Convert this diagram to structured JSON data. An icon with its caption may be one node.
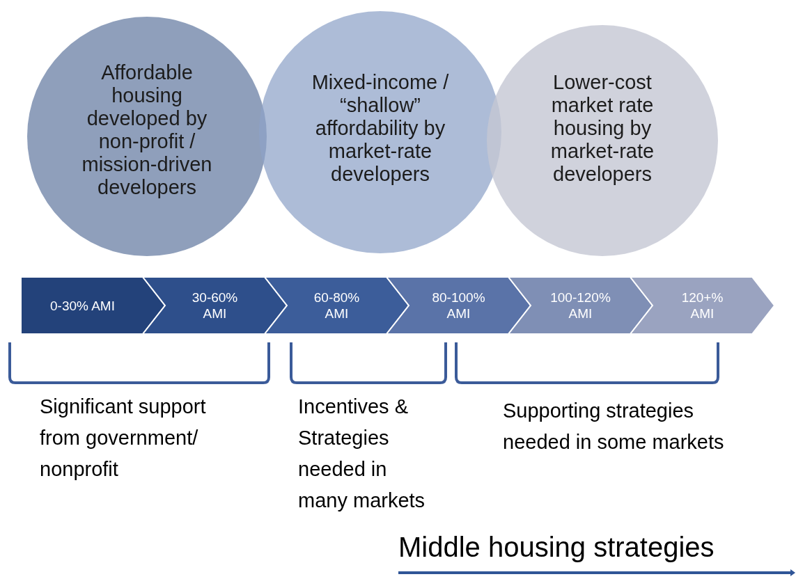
{
  "diagram": {
    "nodes": [
      {
        "text": [
          "Affordable housing developed by non-profit / mission-driven developers"
        ]
      },
      {
        "text": [
          "Mixed-income / “shallow” affordability by market-rate developers"
        ]
      },
      {
        "text": [
          "Lower-cost market rate housing by market-rate developers"
        ]
      },
      {
        "text": [
          "0-30% AMI"
        ]
      },
      {
        "text": [
          "30-60% AMI"
        ]
      },
      {
        "text": [
          "60-80% AMI"
        ]
      },
      {
        "text": [
          "80-100% AMI"
        ]
      },
      {
        "text": [
          "100-120% AMI"
        ]
      },
      {
        "text": [
          "120+% AMI"
        ]
      }
    ],
    "labels": [
      "Significant support from government/ nonprofit",
      "Incentives & Strategies needed in many markets",
      "Supporting strategies needed in some markets",
      "Middle housing strategies"
    ]
  }
}
